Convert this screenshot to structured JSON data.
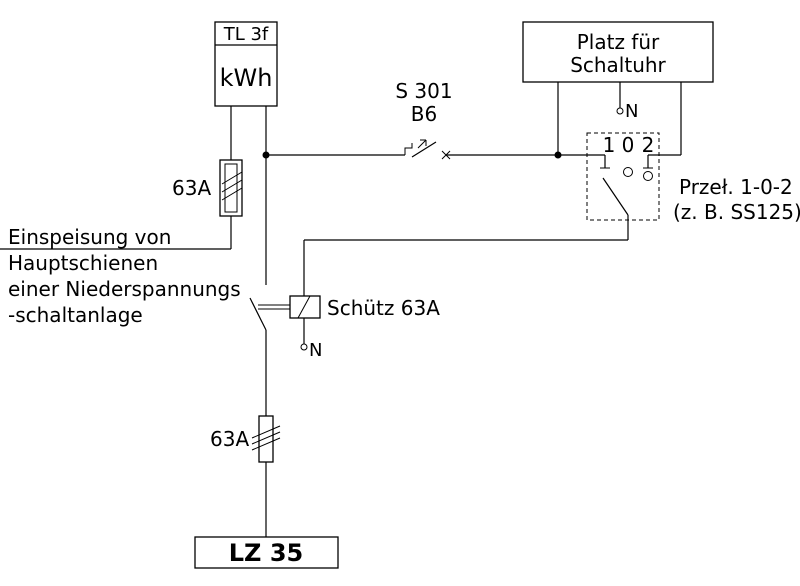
{
  "meter": {
    "header": "TL 3f",
    "unit": "kWh"
  },
  "fuse_top": {
    "label": "63A"
  },
  "fuse_bottom": {
    "label": "63A"
  },
  "breaker": {
    "name": "S 301",
    "rating": "B6"
  },
  "timer_box": {
    "line1": "Platz für",
    "line2": "Schaltuhr"
  },
  "neutral_timer": {
    "label": "N"
  },
  "neutral_contactor": {
    "label": "N"
  },
  "selector": {
    "positions": [
      "1",
      "0",
      "2"
    ],
    "label_line1": "Przeł. 1-0-2",
    "label_line2": "(z. B. SS125)"
  },
  "feed": {
    "lines": [
      "Einspeisung von",
      "Hauptschienen",
      "einer Niederspannungs",
      "-schaltanlage"
    ]
  },
  "contactor": {
    "label": "Schütz 63A"
  },
  "output": {
    "label": "LZ 35"
  }
}
